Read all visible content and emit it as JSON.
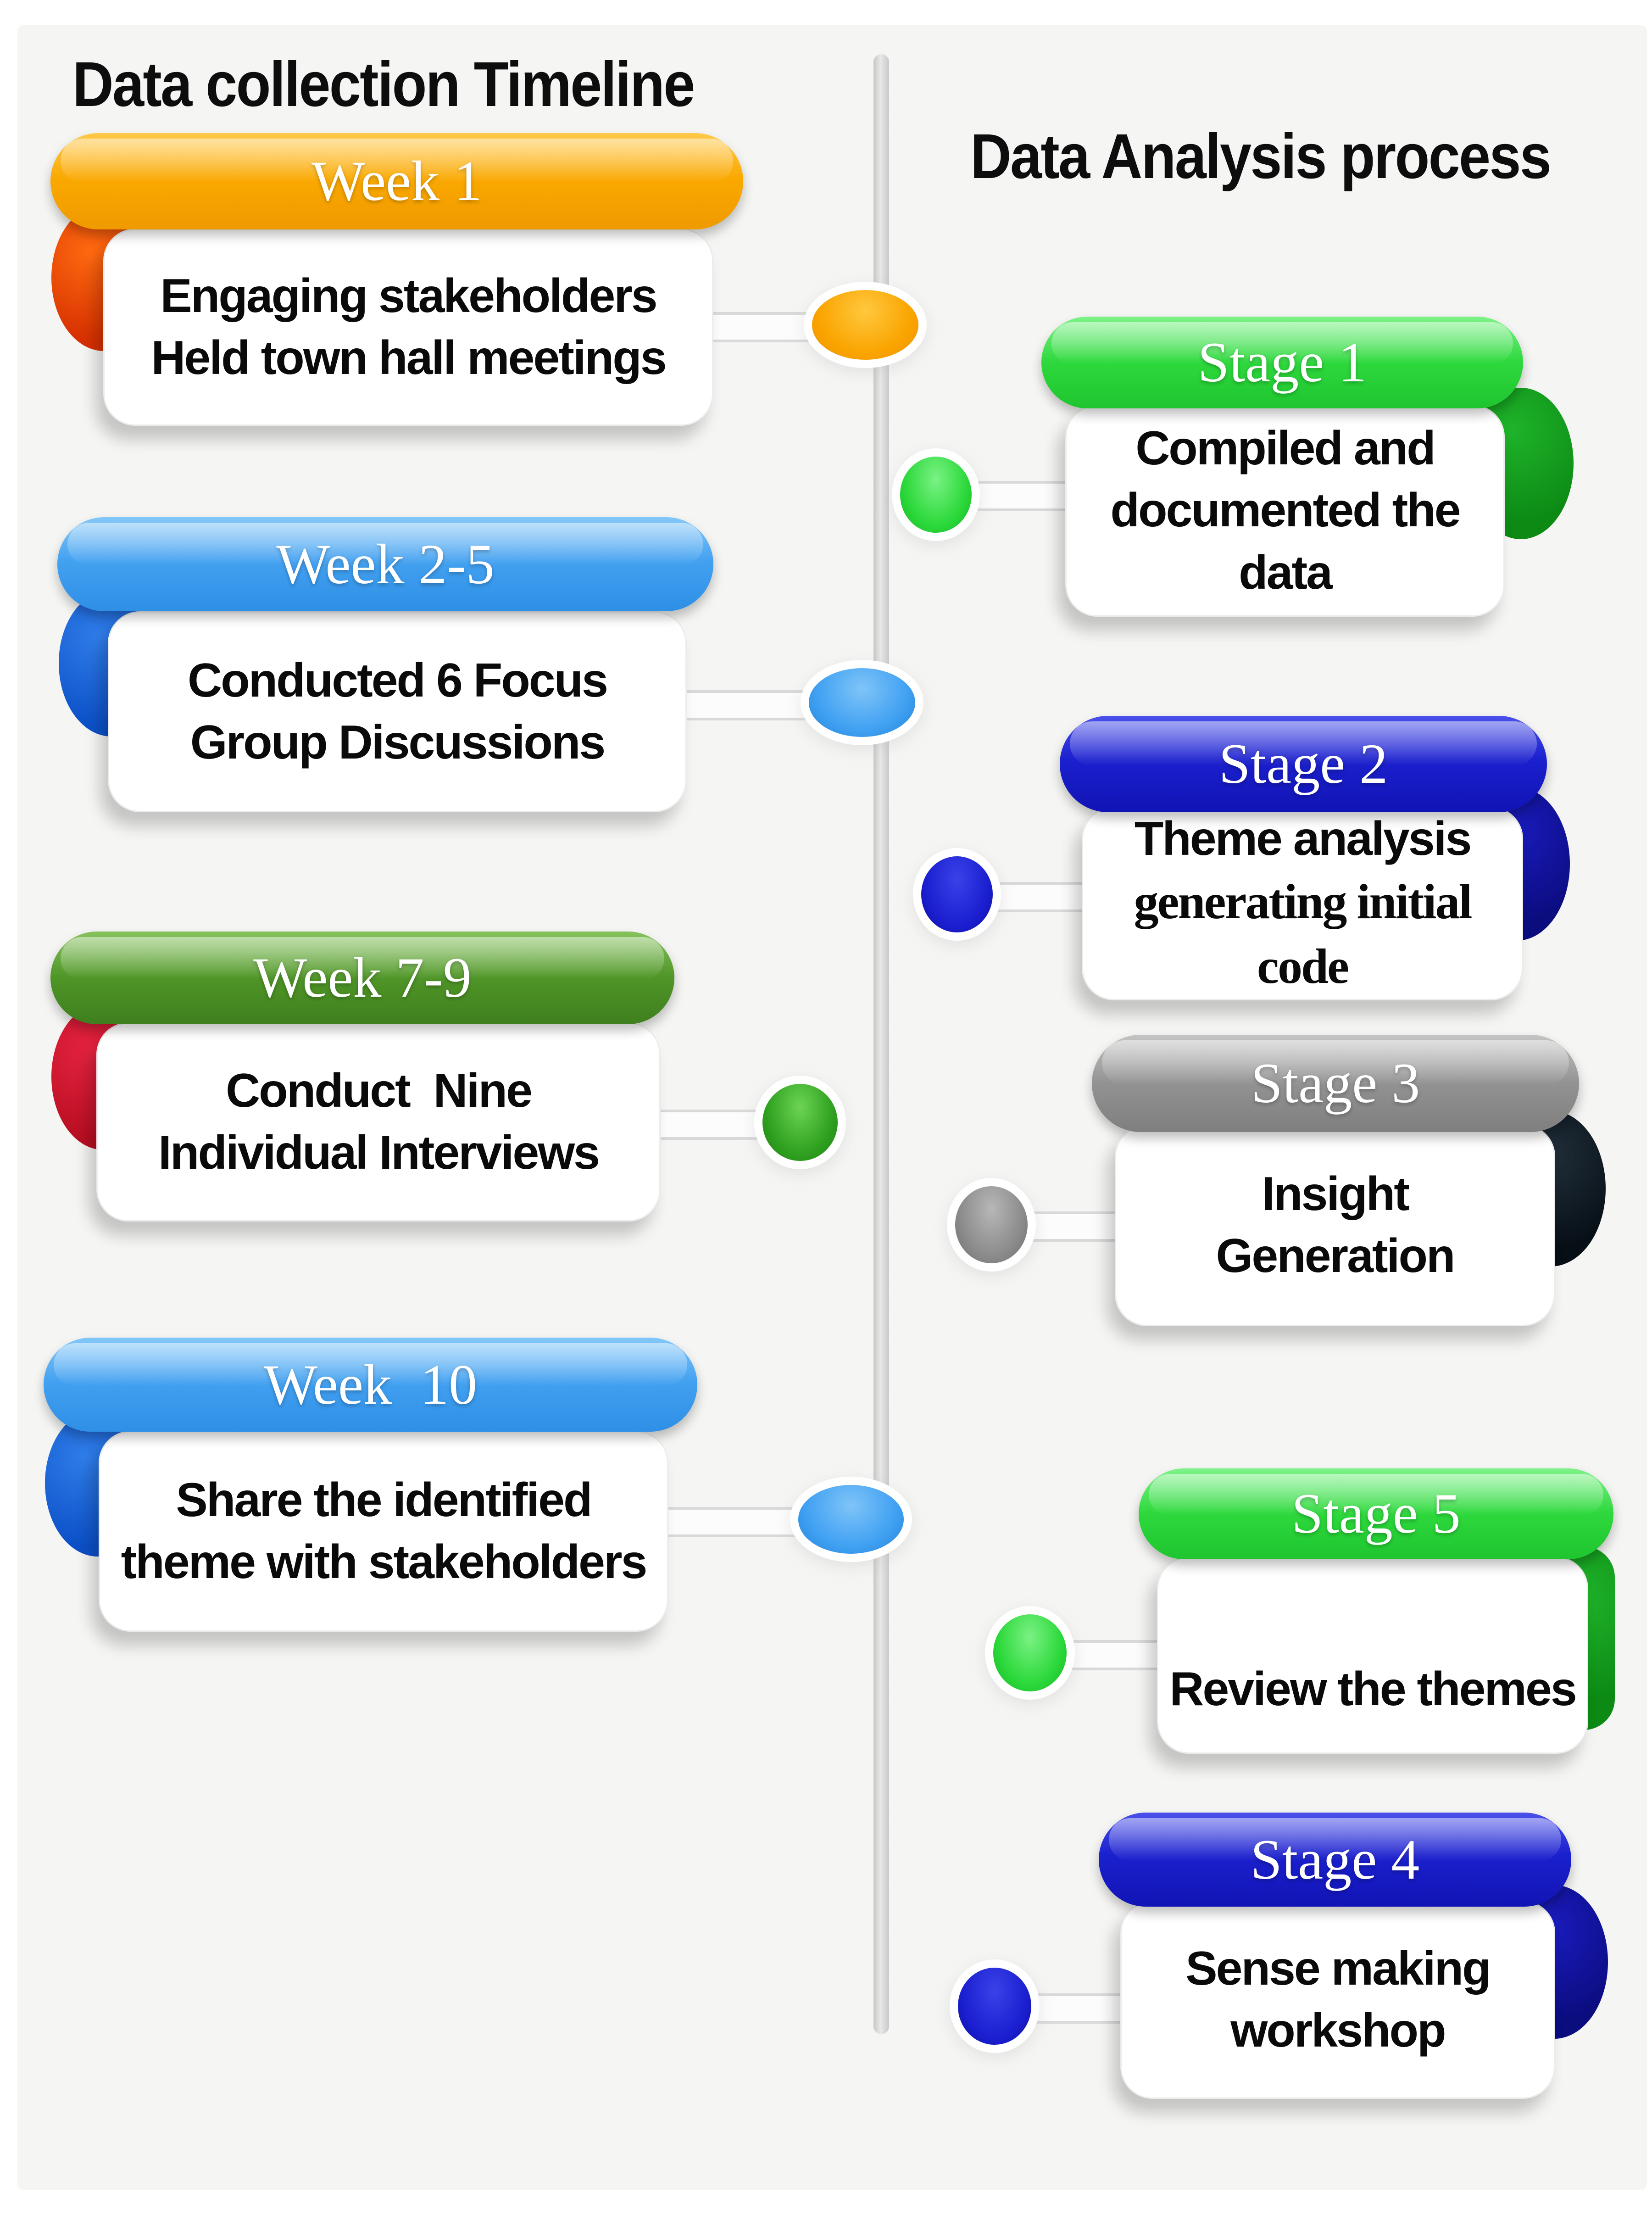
{
  "page": {
    "background_color": "#f5f5f3",
    "timeline_bar_color": "#d6d6d6"
  },
  "left_column": {
    "title": "Data collection Timeline",
    "items": [
      {
        "banner_label": "Week 1",
        "body": "Engaging stakeholders\nHeld town hall meetings",
        "banner_color": "#faa800",
        "fold_color": "#d63000",
        "dot_color": "#faa400"
      },
      {
        "banner_label": "Week 2-5",
        "body": "Conducted 6 Focus\nGroup Discussions",
        "banner_color": "#42a0f0",
        "fold_color": "#0c50c8",
        "dot_color": "#3fa0f2"
      },
      {
        "banner_label": "Week 7-9",
        "body": "Conduct  Nine\nIndividual Interviews",
        "banner_color": "#4f9527",
        "fold_color": "#c8102e",
        "dot_color": "#2fa01f"
      },
      {
        "banner_label": "Week  10",
        "body": "Share the identified\ntheme with stakeholders",
        "banner_color": "#42a0f0",
        "fold_color": "#0c54e0",
        "dot_color": "#3fa0f2"
      }
    ]
  },
  "right_column": {
    "title": "Data Analysis process",
    "items": [
      {
        "banner_label": "Stage 1",
        "body": "Compiled and\ndocumented the\ndata",
        "banner_color": "#2dd83c",
        "fold_color": "#0c8a14",
        "dot_color": "#2bd83a"
      },
      {
        "banner_label": "Stage 2",
        "body_sans": "Theme analysis",
        "body_serif": "generating initial\ncode",
        "banner_color": "#1b20ce",
        "fold_color": "#0b0c7e",
        "dot_color": "#1b1fd0"
      },
      {
        "banner_label": "Stage 3",
        "body": "Insight\nGeneration",
        "banner_color": "#929292",
        "fold_color": "#0a141c",
        "dot_color": "#8b8b8b"
      },
      {
        "banner_label": "Stage 5",
        "body": "Review the themes",
        "banner_color": "#2dd83c",
        "fold_color": "#0c8a14",
        "dot_color": "#2bd83a"
      },
      {
        "banner_label": "Stage 4",
        "body": "Sense making\nworkshop",
        "banner_color": "#1b20ce",
        "fold_color": "#0b0c7e",
        "dot_color": "#1b1fd0"
      }
    ]
  }
}
